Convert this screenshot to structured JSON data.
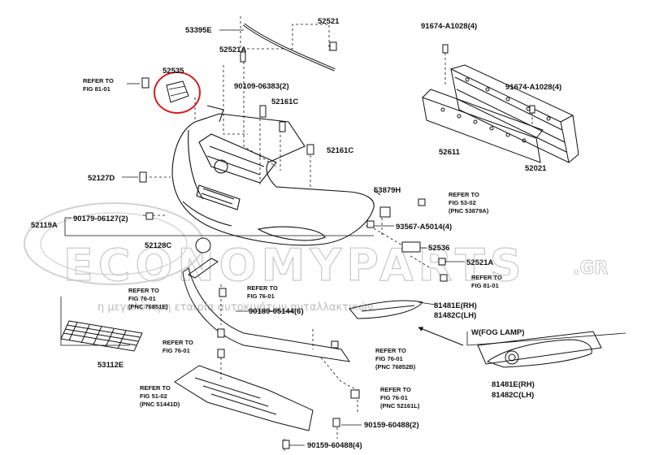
{
  "parts": {
    "p53395E": "53395E",
    "p52521_top": "52521",
    "p91674_top": "91674-A1028(4)",
    "p52521A_top": "52521A",
    "p52535": "52535",
    "p90109": "90109-06383(2)",
    "p91674_right": "91674-A1028(4)",
    "p52161C_a": "52161C",
    "p52161C_b": "52161C",
    "p52611": "52611",
    "p52021": "52021",
    "p52127D": "52127D",
    "p53879H": "53879H",
    "p52119A": "52119A",
    "p90179": "90179-06127(2)",
    "p93567": "93567-A5014(4)",
    "p52128C": "52128C",
    "p52536": "52536",
    "p52521A_right": "52521A",
    "p81481E_a": "81481E(RH)",
    "p81482C_a": "81482C(LH)",
    "p90189": "90189-05144(6)",
    "p53112E": "53112E",
    "p81481E_b": "81481E(RH)",
    "p81482C_b": "81482C(LH)",
    "p90159_a": "90159-60488(2)",
    "p90159_b": "90159-60488(4)"
  },
  "refs": {
    "r81_01": {
      "l1": "REFER TO",
      "l2": "FIG 81-01"
    },
    "r53_02": {
      "l1": "REFER TO",
      "l2": "FIG 53-02",
      "l3": "(PNC 53879A)"
    },
    "r81_01b": {
      "l1": "REFER TO",
      "l2": "FIG 81-01"
    },
    "r76_01a": {
      "l1": "REFER TO",
      "l2": "FIG 76-01",
      "l3": "(PNC 76851E)"
    },
    "r76_01b": {
      "l1": "REFER TO",
      "l2": "FIG 76-01"
    },
    "r76_01c": {
      "l1": "REFER TO",
      "l2": "FIG 76-01"
    },
    "r76_01d": {
      "l1": "REFER TO",
      "l2": "FIG 76-01",
      "l3": "(PNC 76852B)"
    },
    "r51_02": {
      "l1": "REFER TO",
      "l2": "FIG 51-02",
      "l3": "(PNC 51441D)"
    },
    "r76_01e": {
      "l1": "REFER TO",
      "l2": "FIG 76-01",
      "l3": "(PNC 52161L)"
    }
  },
  "variant_label": "W(FOG LAMP)",
  "watermark": {
    "brand": "ECONOMYPARTS",
    "tld": ".GR",
    "tagline": "η μεγαλύτερη εταιρία αυτοκινήτων ανταλλακτικών"
  },
  "colors": {
    "line": "#111111",
    "highlight": "#d42020",
    "watermark": "#c8c8c8"
  }
}
